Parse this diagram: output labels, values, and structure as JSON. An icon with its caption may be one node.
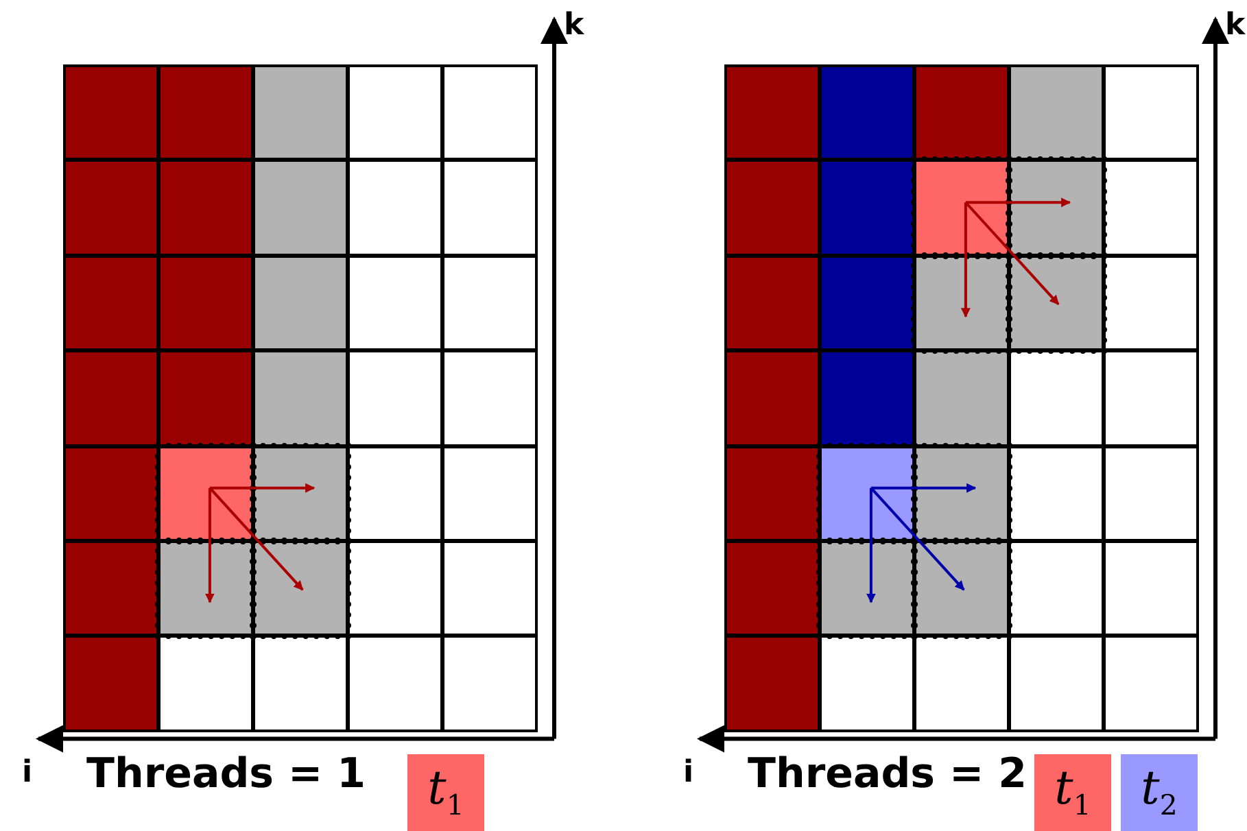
{
  "diagram": {
    "labels": [
      "k",
      "i",
      "Threads = 1",
      "k",
      "i",
      "Threads = 2"
    ],
    "legend": [
      {
        "text": "*t*$_{1}$",
        "color": "#ff6666"
      },
      {
        "text": "*t*$_{1}$",
        "color": "#ff6666"
      },
      {
        "text": "*t*$_{2}$",
        "color": "#9999ff"
      }
    ]
  }
}
